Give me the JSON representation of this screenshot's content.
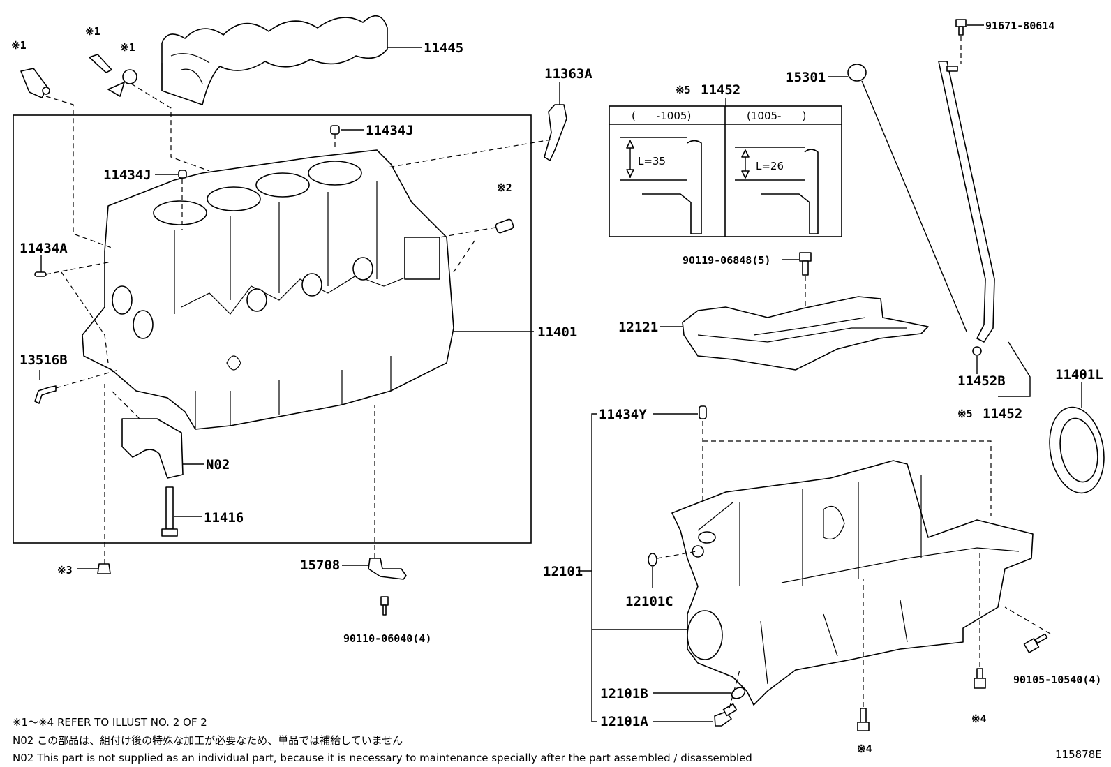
{
  "labels": {
    "p11445": "11445",
    "p11363A": "11363A",
    "p11452_top": "11452",
    "p15301": "15301",
    "p91671": "91671-80614",
    "p11434J_top": "11434J",
    "p11434J_left": "11434J",
    "p11434A": "11434A",
    "p13516B": "13516B",
    "p11401": "11401",
    "pN02": "N02",
    "p11416": "11416",
    "p15708": "15708",
    "p90110": "90110-06040(4)",
    "p90119": "90119-06848(5)",
    "p12121": "12121",
    "p11452B": "11452B",
    "p11452_bottom": "11452",
    "p11401L": "11401L",
    "p11434Y": "11434Y",
    "p12101": "12101",
    "p12101C": "12101C",
    "p12101B": "12101B",
    "p12101A": "12101A",
    "p90105": "90105-10540(4)",
    "ref1a": "※1",
    "ref1b": "※1",
    "ref1c": "※1",
    "ref2": "※2",
    "ref3": "※3",
    "ref4a": "※4",
    "ref4b": "※4",
    "ref5a": "※5",
    "ref5b": "※5"
  },
  "inset": {
    "col_left": "(　　-1005)",
    "col_right": "(1005-　　)",
    "len_left": "L=35",
    "len_right": "L=26"
  },
  "notes": {
    "line1": "※1〜※4  REFER TO ILLUST NO. 2 OF 2",
    "line2": "N02  この部品は、組付け後の特殊な加工が必要なため、単品では補給していません",
    "line3": "N02  This part is not supplied as an individual part, because it is necessary to maintenance specially after the part assembled / disassembled"
  },
  "illustration_id": "115878E"
}
